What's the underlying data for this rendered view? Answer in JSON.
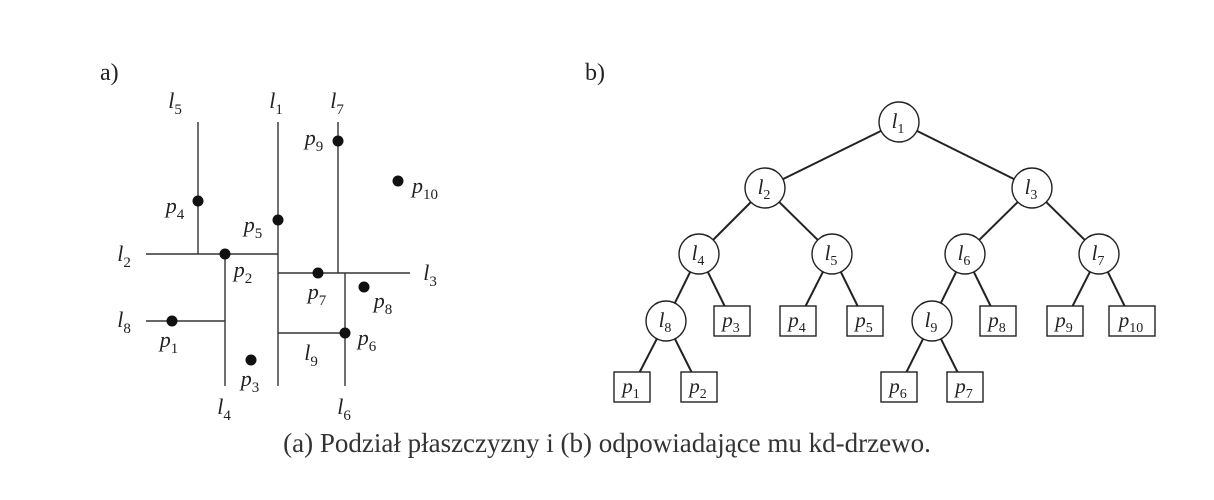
{
  "panel_a": {
    "label": "a)",
    "lines": [
      {
        "id": "l1",
        "base": "l",
        "sub": "1"
      },
      {
        "id": "l2",
        "base": "l",
        "sub": "2"
      },
      {
        "id": "l3",
        "base": "l",
        "sub": "3"
      },
      {
        "id": "l4",
        "base": "l",
        "sub": "4"
      },
      {
        "id": "l5",
        "base": "l",
        "sub": "5"
      },
      {
        "id": "l6",
        "base": "l",
        "sub": "6"
      },
      {
        "id": "l7",
        "base": "l",
        "sub": "7"
      },
      {
        "id": "l8",
        "base": "l",
        "sub": "8"
      },
      {
        "id": "l9",
        "base": "l",
        "sub": "9"
      }
    ],
    "points": [
      {
        "id": "p1",
        "base": "p",
        "sub": "1"
      },
      {
        "id": "p2",
        "base": "p",
        "sub": "2"
      },
      {
        "id": "p3",
        "base": "p",
        "sub": "3"
      },
      {
        "id": "p4",
        "base": "p",
        "sub": "4"
      },
      {
        "id": "p5",
        "base": "p",
        "sub": "5"
      },
      {
        "id": "p6",
        "base": "p",
        "sub": "6"
      },
      {
        "id": "p7",
        "base": "p",
        "sub": "7"
      },
      {
        "id": "p8",
        "base": "p",
        "sub": "8"
      },
      {
        "id": "p9",
        "base": "p",
        "sub": "9"
      },
      {
        "id": "p10",
        "base": "p",
        "sub": "10"
      }
    ]
  },
  "panel_b": {
    "label": "b)",
    "nodes": [
      {
        "id": "n_l1",
        "base": "l",
        "sub": "1",
        "kind": "internal"
      },
      {
        "id": "n_l2",
        "base": "l",
        "sub": "2",
        "kind": "internal"
      },
      {
        "id": "n_l3",
        "base": "l",
        "sub": "3",
        "kind": "internal"
      },
      {
        "id": "n_l4",
        "base": "l",
        "sub": "4",
        "kind": "internal"
      },
      {
        "id": "n_l5",
        "base": "l",
        "sub": "5",
        "kind": "internal"
      },
      {
        "id": "n_l6",
        "base": "l",
        "sub": "6",
        "kind": "internal"
      },
      {
        "id": "n_l7",
        "base": "l",
        "sub": "7",
        "kind": "internal"
      },
      {
        "id": "n_l8",
        "base": "l",
        "sub": "8",
        "kind": "internal"
      },
      {
        "id": "n_l9",
        "base": "l",
        "sub": "9",
        "kind": "internal"
      },
      {
        "id": "n_p1",
        "base": "p",
        "sub": "1",
        "kind": "leaf"
      },
      {
        "id": "n_p2",
        "base": "p",
        "sub": "2",
        "kind": "leaf"
      },
      {
        "id": "n_p3",
        "base": "p",
        "sub": "3",
        "kind": "leaf"
      },
      {
        "id": "n_p4",
        "base": "p",
        "sub": "4",
        "kind": "leaf"
      },
      {
        "id": "n_p5",
        "base": "p",
        "sub": "5",
        "kind": "leaf"
      },
      {
        "id": "n_p6",
        "base": "p",
        "sub": "6",
        "kind": "leaf"
      },
      {
        "id": "n_p7",
        "base": "p",
        "sub": "7",
        "kind": "leaf"
      },
      {
        "id": "n_p8",
        "base": "p",
        "sub": "8",
        "kind": "leaf"
      },
      {
        "id": "n_p9",
        "base": "p",
        "sub": "9",
        "kind": "leaf"
      },
      {
        "id": "n_p10",
        "base": "p",
        "sub": "10",
        "kind": "leaf"
      }
    ],
    "edges": [
      [
        "n_l1",
        "n_l2"
      ],
      [
        "n_l1",
        "n_l3"
      ],
      [
        "n_l2",
        "n_l4"
      ],
      [
        "n_l2",
        "n_l5"
      ],
      [
        "n_l3",
        "n_l6"
      ],
      [
        "n_l3",
        "n_l7"
      ],
      [
        "n_l4",
        "n_l8"
      ],
      [
        "n_l4",
        "n_p3"
      ],
      [
        "n_l5",
        "n_p4"
      ],
      [
        "n_l5",
        "n_p5"
      ],
      [
        "n_l6",
        "n_l9"
      ],
      [
        "n_l6",
        "n_p8"
      ],
      [
        "n_l7",
        "n_p9"
      ],
      [
        "n_l7",
        "n_p10"
      ],
      [
        "n_l8",
        "n_p1"
      ],
      [
        "n_l8",
        "n_p2"
      ],
      [
        "n_l9",
        "n_p6"
      ],
      [
        "n_l9",
        "n_p7"
      ]
    ]
  },
  "caption": "(a) Podział płaszczyzny i (b) odpowiadające mu kd-drzewo."
}
